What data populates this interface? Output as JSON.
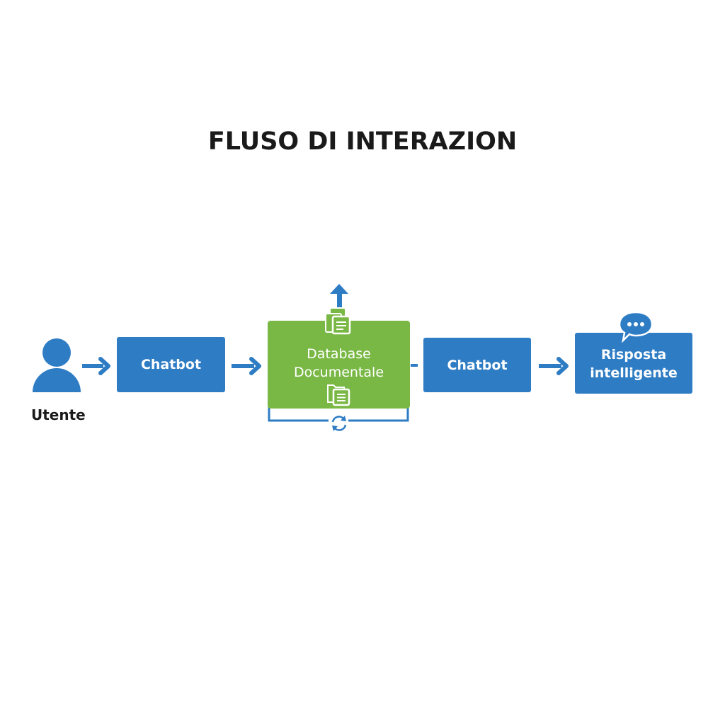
{
  "title": "FLUSO DI INTERAZION",
  "colors": {
    "primary_blue": "#2e7cc4",
    "database_green": "#7ab846",
    "text_dark": "#1a1a1a",
    "box_text": "#ffffff"
  },
  "nodes": {
    "user": {
      "label": "Utente",
      "icon": "user-icon"
    },
    "chatbot_in": {
      "label": "Chatbot"
    },
    "database": {
      "line1": "Database",
      "line2": "Documentale",
      "icons": [
        "upload-arrow-icon",
        "documents-icon",
        "folder-documents-icon",
        "sync-icon"
      ]
    },
    "chatbot_out": {
      "label": "Chatbot"
    },
    "response": {
      "line1": "Risposta",
      "line2": "intelligente",
      "icon": "speech-bubble-icon"
    }
  },
  "edges": [
    {
      "from": "user",
      "to": "chatbot_in"
    },
    {
      "from": "chatbot_in",
      "to": "database"
    },
    {
      "from": "database",
      "to": "chatbot_out"
    },
    {
      "from": "chatbot_out",
      "to": "response"
    }
  ]
}
